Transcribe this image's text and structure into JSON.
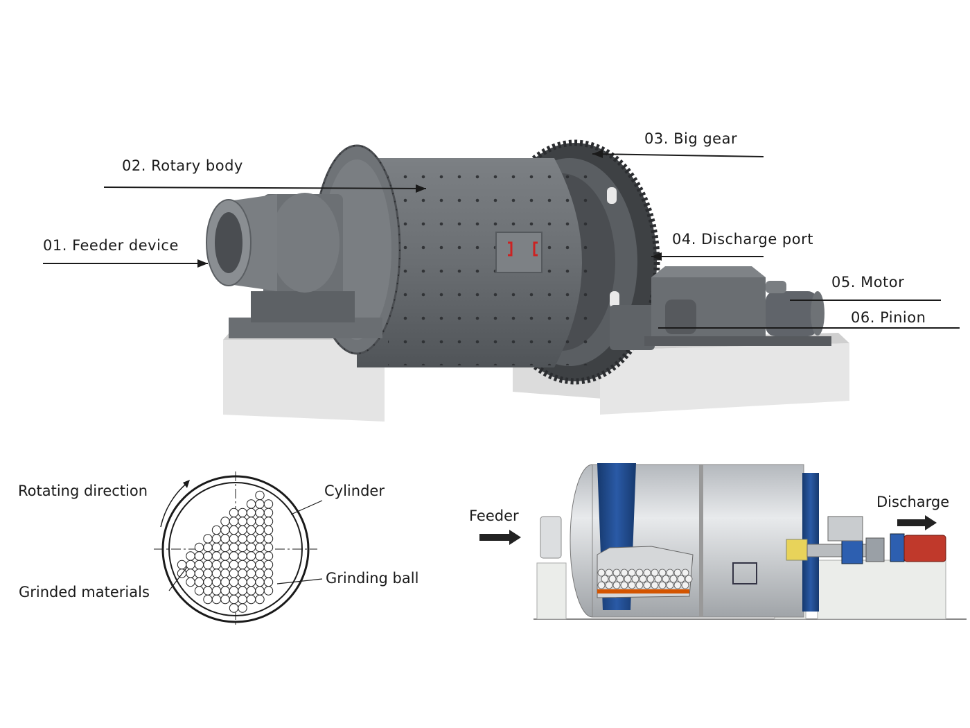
{
  "mill_labels": {
    "feeder_device": "01. Feeder device",
    "rotary_body": "02. Rotary body",
    "big_gear": "03. Big gear",
    "discharge_port": "04. Discharge port",
    "motor": "05. Motor",
    "pinion": "06. Pinion"
  },
  "cross_section": {
    "rotating_direction": "Rotating direction",
    "cylinder": "Cylinder",
    "grinding_ball": "Grinding ball",
    "grinded_materials": "Grinded materials"
  },
  "flow": {
    "feeder": "Feeder",
    "discharge": "Discharge"
  },
  "colors": {
    "machine_gray": "#6b6f73",
    "base_white": "#e6e6e6",
    "liner_blue": "#1e4a8c",
    "motor_red": "#c0392b"
  }
}
